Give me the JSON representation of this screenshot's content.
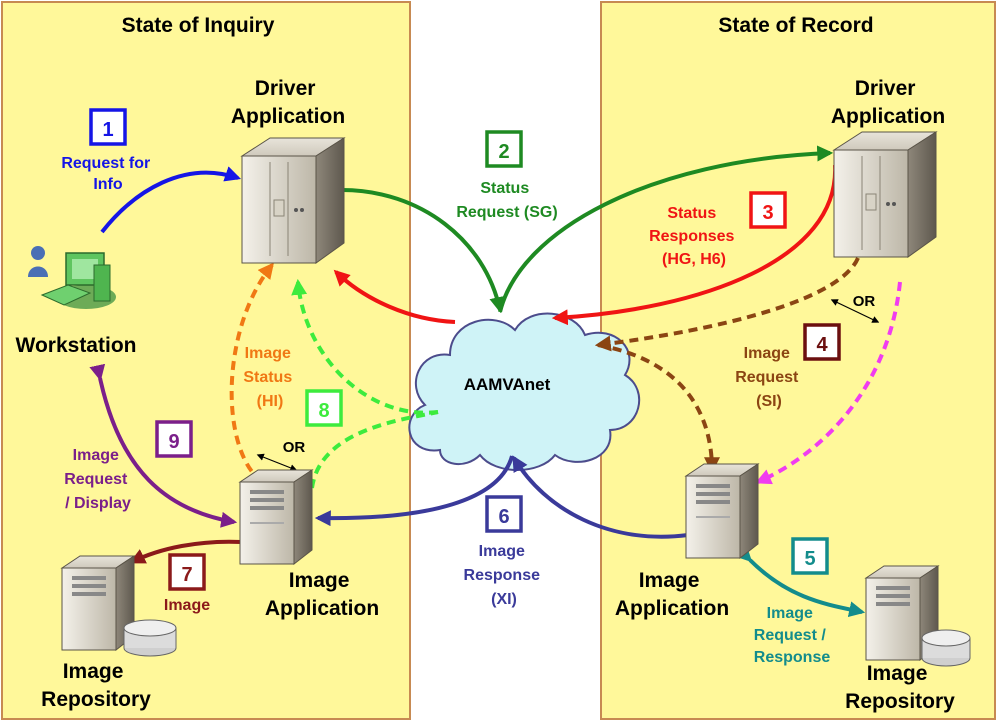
{
  "colors": {
    "region_fill": "#FFF89A",
    "region_border": "#C78A52",
    "step1": "#1515E6",
    "step2": "#1E8A22",
    "step3": "#F01414",
    "step4": "#8B4513",
    "step5": "#138C8C",
    "step6": "#3A3A9A",
    "step7": "#8B1A1A",
    "step8": "#3DEB3D",
    "step9": "#7B1F8A",
    "hi_orange": "#F07814",
    "magenta": "#F03CF0",
    "cloud_fill": "#CFF3F7",
    "cloud_stroke": "#4C4C8C"
  },
  "regions": {
    "inquiry": "State of Inquiry",
    "record": "State of Record"
  },
  "network": {
    "label": "AAMVAnet"
  },
  "nodes": {
    "driver_app_left": [
      "Driver",
      "Application"
    ],
    "driver_app_right": [
      "Driver",
      "Application"
    ],
    "workstation": "Workstation",
    "image_app_left": [
      "Image",
      "Application"
    ],
    "image_app_right": [
      "Image",
      "Application"
    ],
    "image_repo_left": [
      "Image",
      "Repository"
    ],
    "image_repo_right": [
      "Image",
      "Repository"
    ]
  },
  "steps": [
    {
      "num": "1",
      "label": [
        "Request for",
        "Info"
      ]
    },
    {
      "num": "2",
      "label": [
        "Status",
        "Request (SG)"
      ]
    },
    {
      "num": "3",
      "label": [
        "Status",
        "Responses",
        "(HG, H6)"
      ]
    },
    {
      "num": "4",
      "label": [
        "Image",
        "Request",
        "(SI)"
      ]
    },
    {
      "num": "5",
      "label": [
        "Image",
        "Request /",
        "Response"
      ]
    },
    {
      "num": "6",
      "label": [
        "Image",
        "Response",
        "(XI)"
      ]
    },
    {
      "num": "7",
      "label": [
        "Image"
      ]
    },
    {
      "num": "8",
      "label": [
        "Image",
        "Status",
        "(HI)"
      ]
    },
    {
      "num": "9",
      "label": [
        "Image",
        "Request",
        "/ Display"
      ]
    }
  ],
  "or_labels": [
    "OR",
    "OR"
  ]
}
